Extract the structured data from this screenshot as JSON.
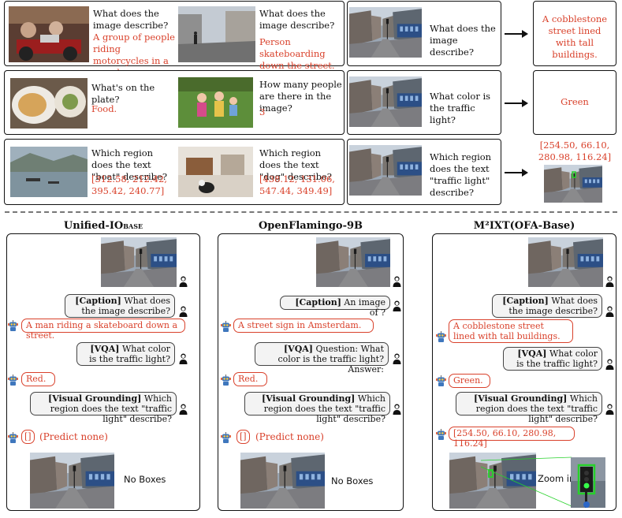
{
  "examples": {
    "row1": {
      "q1": "What does the image describe?",
      "a1": "A group of people riding motorcycles in a parade.",
      "q2": "What does the image describe?",
      "a2": "Person skateboarding down the street.",
      "q3": "What does the image describe?",
      "answer": "A cobblestone street lined with tall buildings."
    },
    "row2": {
      "q1": "What's on the plate?",
      "a1": "Food.",
      "q2": "How many people are there in the image?",
      "a2": "3",
      "q3": "What color is the traffic light?",
      "answer": "Green"
    },
    "row3": {
      "q1": "Which region does the text \"boat\" describe?",
      "a1": "[312.58, 212.42, 395.42, 240.77]",
      "q2": "Which region does the text \"dog\" describe?",
      "a2": "[438.12, 131.06, 547.44, 349.49]",
      "q3": "Which region does the text \"traffic light\" describe?",
      "answer": "[254.50, 66.10, 280.98, 116.24]"
    }
  },
  "panels": {
    "unified": {
      "title": "Unified-IO",
      "title_sub": "BASE",
      "caption_tag": "[Caption]",
      "caption_q": "What does the image describe?",
      "caption_a": "A man riding a skateboard down a street.",
      "vqa_tag": "[VQA]",
      "vqa_q": "What color is the traffic light?",
      "vqa_a": "Red.",
      "vg_tag": "[Visual Grounding]",
      "vg_q": "Which region does the text \"traffic light\" describe?",
      "vg_box": "[]",
      "vg_note": "(Predict none)",
      "result": "No Boxes"
    },
    "flamingo": {
      "title": "OpenFlamingo-9B",
      "caption_tag": "[Caption]",
      "caption_q": "An image of ?",
      "caption_a": "A street sign in Amsterdam.",
      "vqa_tag": "[VQA]",
      "vqa_q": "Question: What color is the traffic light? Answer:",
      "vqa_a": "Red.",
      "vg_tag": "[Visual Grounding]",
      "vg_q": "Which region does the text \"traffic light\" describe?",
      "vg_box": "[]",
      "vg_note": "(Predict none)",
      "result": "No Boxes"
    },
    "m2ixt": {
      "title": "M²IXT(OFA-Base)",
      "caption_tag": "[Caption]",
      "caption_q": "What does the image describe?",
      "caption_a": "A cobblestone street lined with tall buildings.",
      "vqa_tag": "[VQA]",
      "vqa_q": "What color is the traffic light?",
      "vqa_a": "Green.",
      "vg_tag": "[Visual Grounding]",
      "vg_q": "Which region does the text \"traffic light\" describe?",
      "vg_box": "[254.50, 66.10, 280.98, 116.24]",
      "zoom": "Zoom in"
    }
  },
  "colors": {
    "answer": "#d9412b",
    "bubble_user": "#f3f3f3",
    "bbox": "#27d12a"
  }
}
